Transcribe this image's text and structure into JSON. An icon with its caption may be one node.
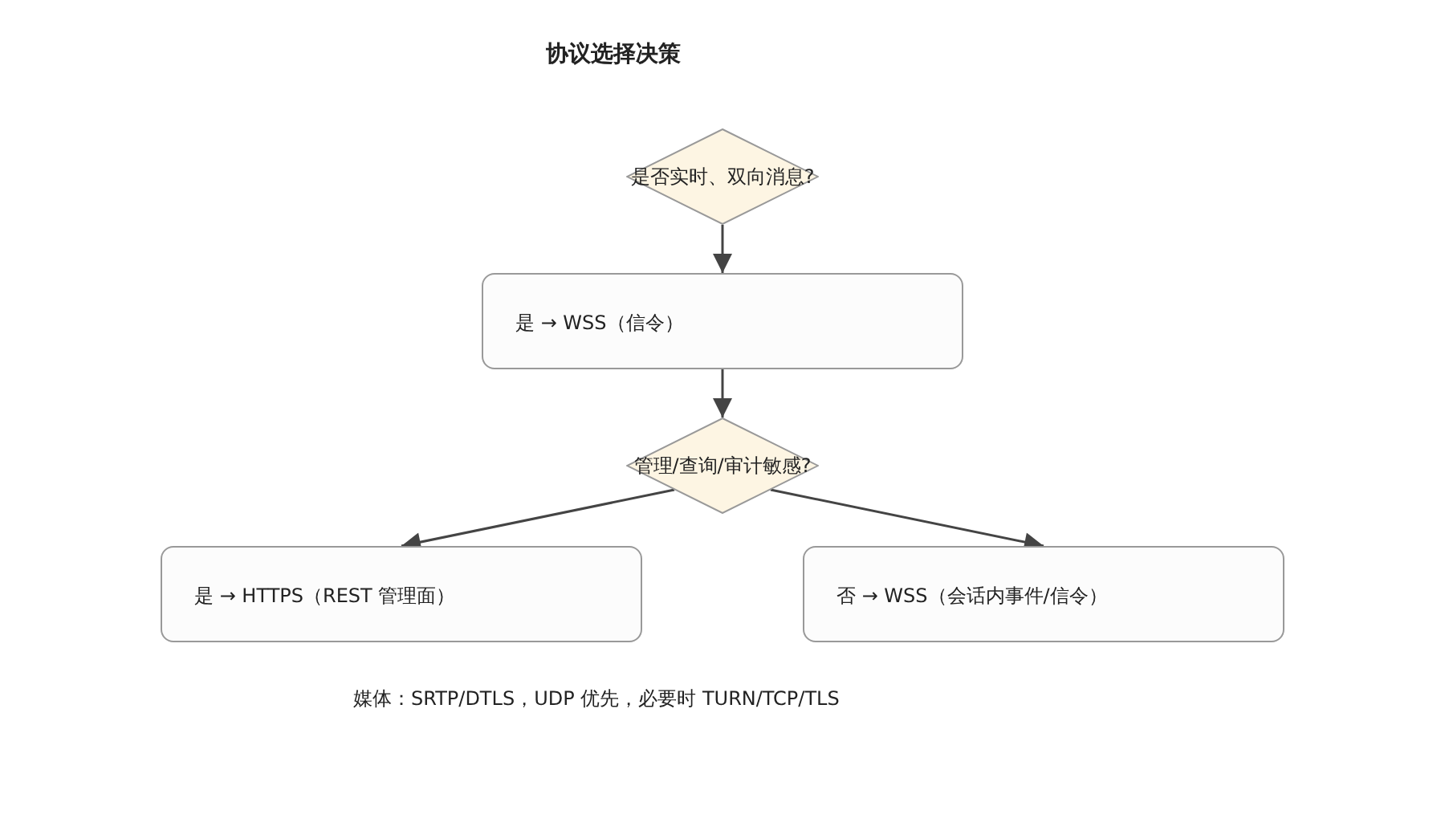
{
  "diagram": {
    "title": "协议选择决策",
    "nodes": [
      {
        "text": [
          "是否实时、双向消息?"
        ]
      },
      {
        "text": [
          "是 → WSS（信令）"
        ]
      },
      {
        "text": [
          "管理/查询/审计敏感?"
        ]
      },
      {
        "text": [
          "是 → HTTPS（REST 管理面）"
        ]
      },
      {
        "text": [
          "否 → WSS（会话内事件/信令）"
        ]
      }
    ],
    "edges": [
      {
        "from": 0,
        "to": 1,
        "arrow": "to"
      },
      {
        "from": 1,
        "to": 2,
        "arrow": "to"
      },
      {
        "from": 2,
        "to": 3,
        "arrow": "to"
      },
      {
        "from": 2,
        "to": 4,
        "arrow": "to"
      }
    ],
    "labels": [
      "媒体：SRTP/DTLS，UDP 优先，必要时 TURN/TCP/TLS"
    ]
  }
}
